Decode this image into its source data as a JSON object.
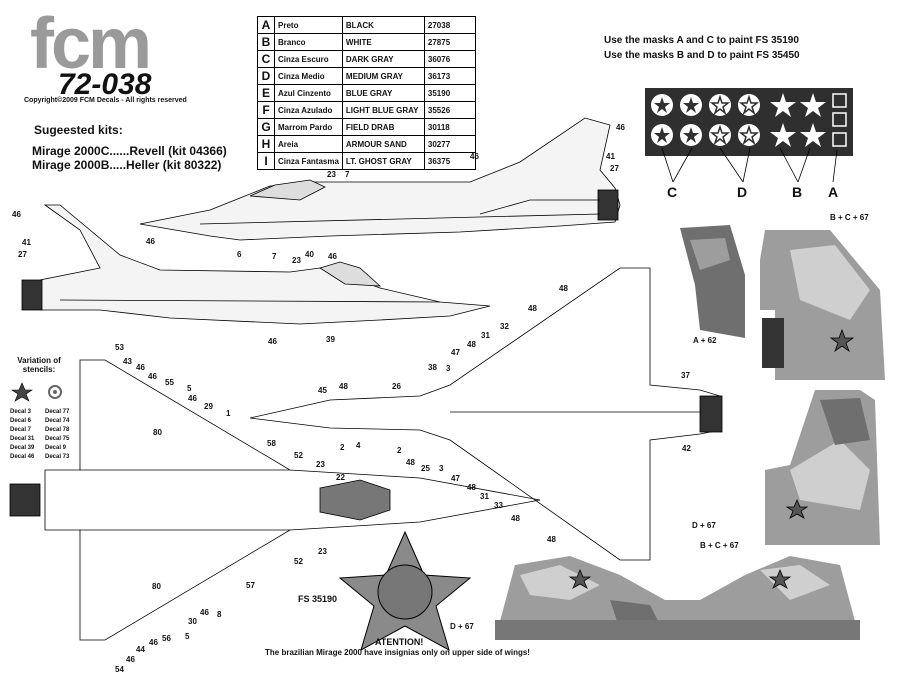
{
  "brand": {
    "name": "fcm",
    "code": "72-038",
    "copyright": "Copyright©2009 FCM Decals - All rights reserved"
  },
  "kits": {
    "title": "Sugeested kits:",
    "items": [
      "Mirage 2000C......Revell (kit 04366)",
      "Mirage 2000B.....Heller (kit 80322)"
    ]
  },
  "paint_table": [
    {
      "letter": "A",
      "pt": "Preto",
      "en": "BLACK",
      "fs": "27038"
    },
    {
      "letter": "B",
      "pt": "Branco",
      "en": "WHITE",
      "fs": "27875"
    },
    {
      "letter": "C",
      "pt": "Cinza Escuro",
      "en": "DARK GRAY",
      "fs": "36076"
    },
    {
      "letter": "D",
      "pt": "Cinza Medio",
      "en": "MEDIUM GRAY",
      "fs": "36173"
    },
    {
      "letter": "E",
      "pt": "Azul Cinzento",
      "en": "BLUE GRAY",
      "fs": "35190"
    },
    {
      "letter": "F",
      "pt": "Cinza Azulado",
      "en": "LIGHT BLUE GRAY",
      "fs": "35526"
    },
    {
      "letter": "G",
      "pt": "Marrom Pardo",
      "en": "FIELD DRAB",
      "fs": "30118"
    },
    {
      "letter": "H",
      "pt": "Areia",
      "en": "ARMOUR SAND",
      "fs": "30277"
    },
    {
      "letter": "I",
      "pt": "Cinza Fantasma",
      "en": "LT. GHOST GRAY",
      "fs": "36375"
    }
  ],
  "mask_notes": [
    "Use the masks A and C to paint FS 35190",
    "Use the masks B and D to paint FS 35450"
  ],
  "mask_labels": [
    "C",
    "D",
    "B",
    "A"
  ],
  "stencils": {
    "title": "Variation of stencils:",
    "left": [
      "Decal 3",
      "Decal 6",
      "Decal 7",
      "Decal 31",
      "Decal 39",
      "Decal 46"
    ],
    "right": [
      "Decal 77",
      "Decal 74",
      "Decal 78",
      "Decal 75",
      "Decal 9",
      "Decal 73"
    ]
  },
  "insignia_label": "FS 35190",
  "attention": {
    "title": "ATENTION!",
    "text": "The brazilian Mirage 2000 have insignias only on upper side of wings!"
  },
  "callouts": {
    "a62": "A + 62",
    "bc67_top": "B + C + 67",
    "d67_tail": "D + 67",
    "bc67_wing": "B + C + 67",
    "d67_wing": "D + 67",
    "n46": "46",
    "n41": "41",
    "n27": "27",
    "n23": "23",
    "n7": "7",
    "n6": "6",
    "n40": "40",
    "n39": "39",
    "n53": "53",
    "n43": "43",
    "n55": "55",
    "n5": "5",
    "n29": "29",
    "n1": "1",
    "n58": "58",
    "n52": "52",
    "n22": "22",
    "n57": "57",
    "n30": "30",
    "n8": "8",
    "n54": "54",
    "n44": "44",
    "n56": "56",
    "n80": "80",
    "n45": "45",
    "n48": "48",
    "n2": "2",
    "n4": "4",
    "n26": "26",
    "n38": "38",
    "n3": "3",
    "n47": "47",
    "n31": "31",
    "n32": "32",
    "n37": "37",
    "n42": "42",
    "n25": "25",
    "n33": "33"
  },
  "colors": {
    "camo_dark": "#6f6f6f",
    "camo_mid": "#9d9d9d",
    "camo_light": "#cfcfcf",
    "mask_bg": "#2f2f2f"
  }
}
